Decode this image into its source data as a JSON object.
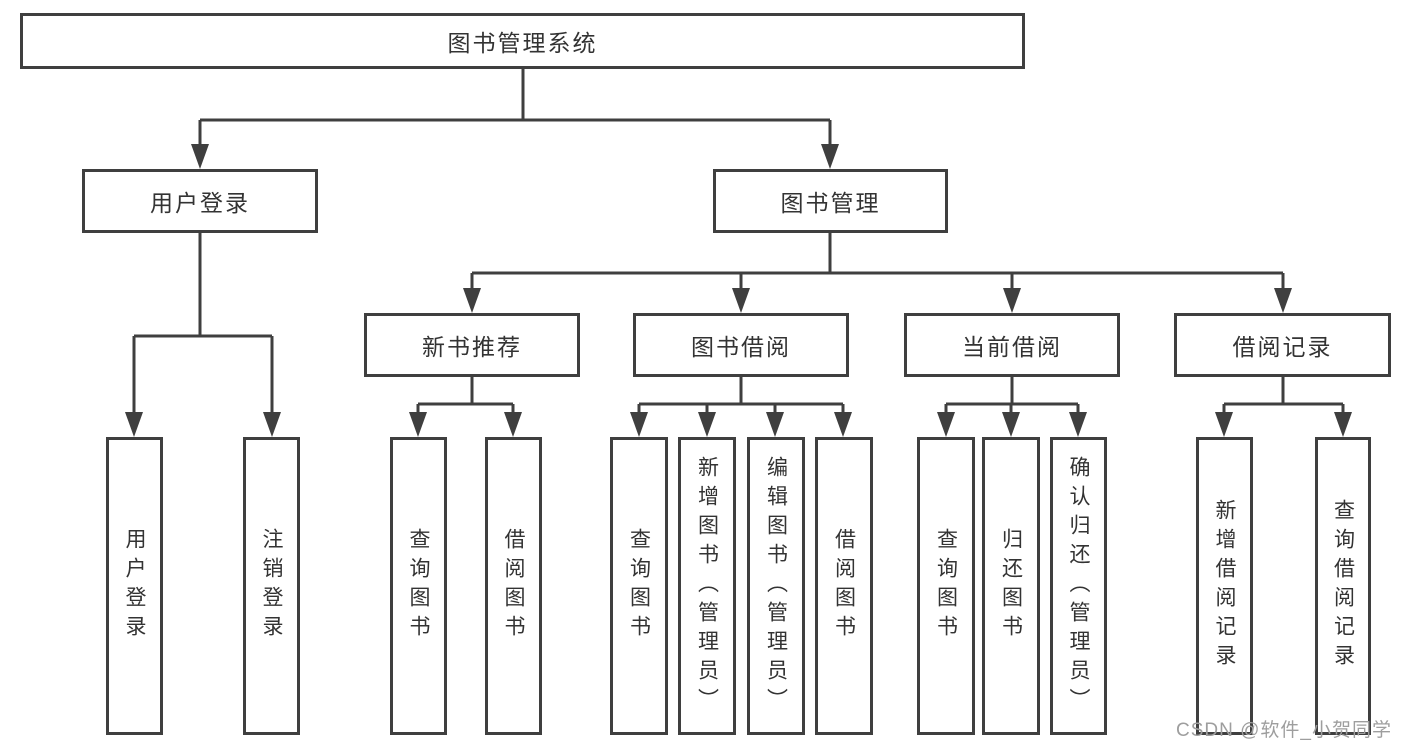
{
  "diagram": {
    "root": {
      "label": "图书管理系统",
      "children": [
        {
          "label": "用户登录",
          "children": [
            {
              "label": "用户登录"
            },
            {
              "label": "注销登录"
            }
          ]
        },
        {
          "label": "图书管理",
          "children": [
            {
              "label": "新书推荐",
              "children": [
                {
                  "label": "查询图书"
                },
                {
                  "label": "借阅图书"
                }
              ]
            },
            {
              "label": "图书借阅",
              "children": [
                {
                  "label": "查询图书"
                },
                {
                  "label": "新增图书（管理员）"
                },
                {
                  "label": "编辑图书（管理员）"
                },
                {
                  "label": "借阅图书"
                }
              ]
            },
            {
              "label": "当前借阅",
              "children": [
                {
                  "label": "查询图书"
                },
                {
                  "label": "归还图书"
                },
                {
                  "label": "确认归还（管理员）"
                }
              ]
            },
            {
              "label": "借阅记录",
              "children": [
                {
                  "label": "新增借阅记录"
                },
                {
                  "label": "查询借阅记录"
                }
              ]
            }
          ]
        }
      ]
    }
  },
  "watermark": "CSDN @软件_小贺同学",
  "colors": {
    "line": "#3f3f3f",
    "box_border": "#3f3f3f",
    "text": "#333333",
    "background": "#ffffff",
    "watermark": "#9e9e9e"
  }
}
